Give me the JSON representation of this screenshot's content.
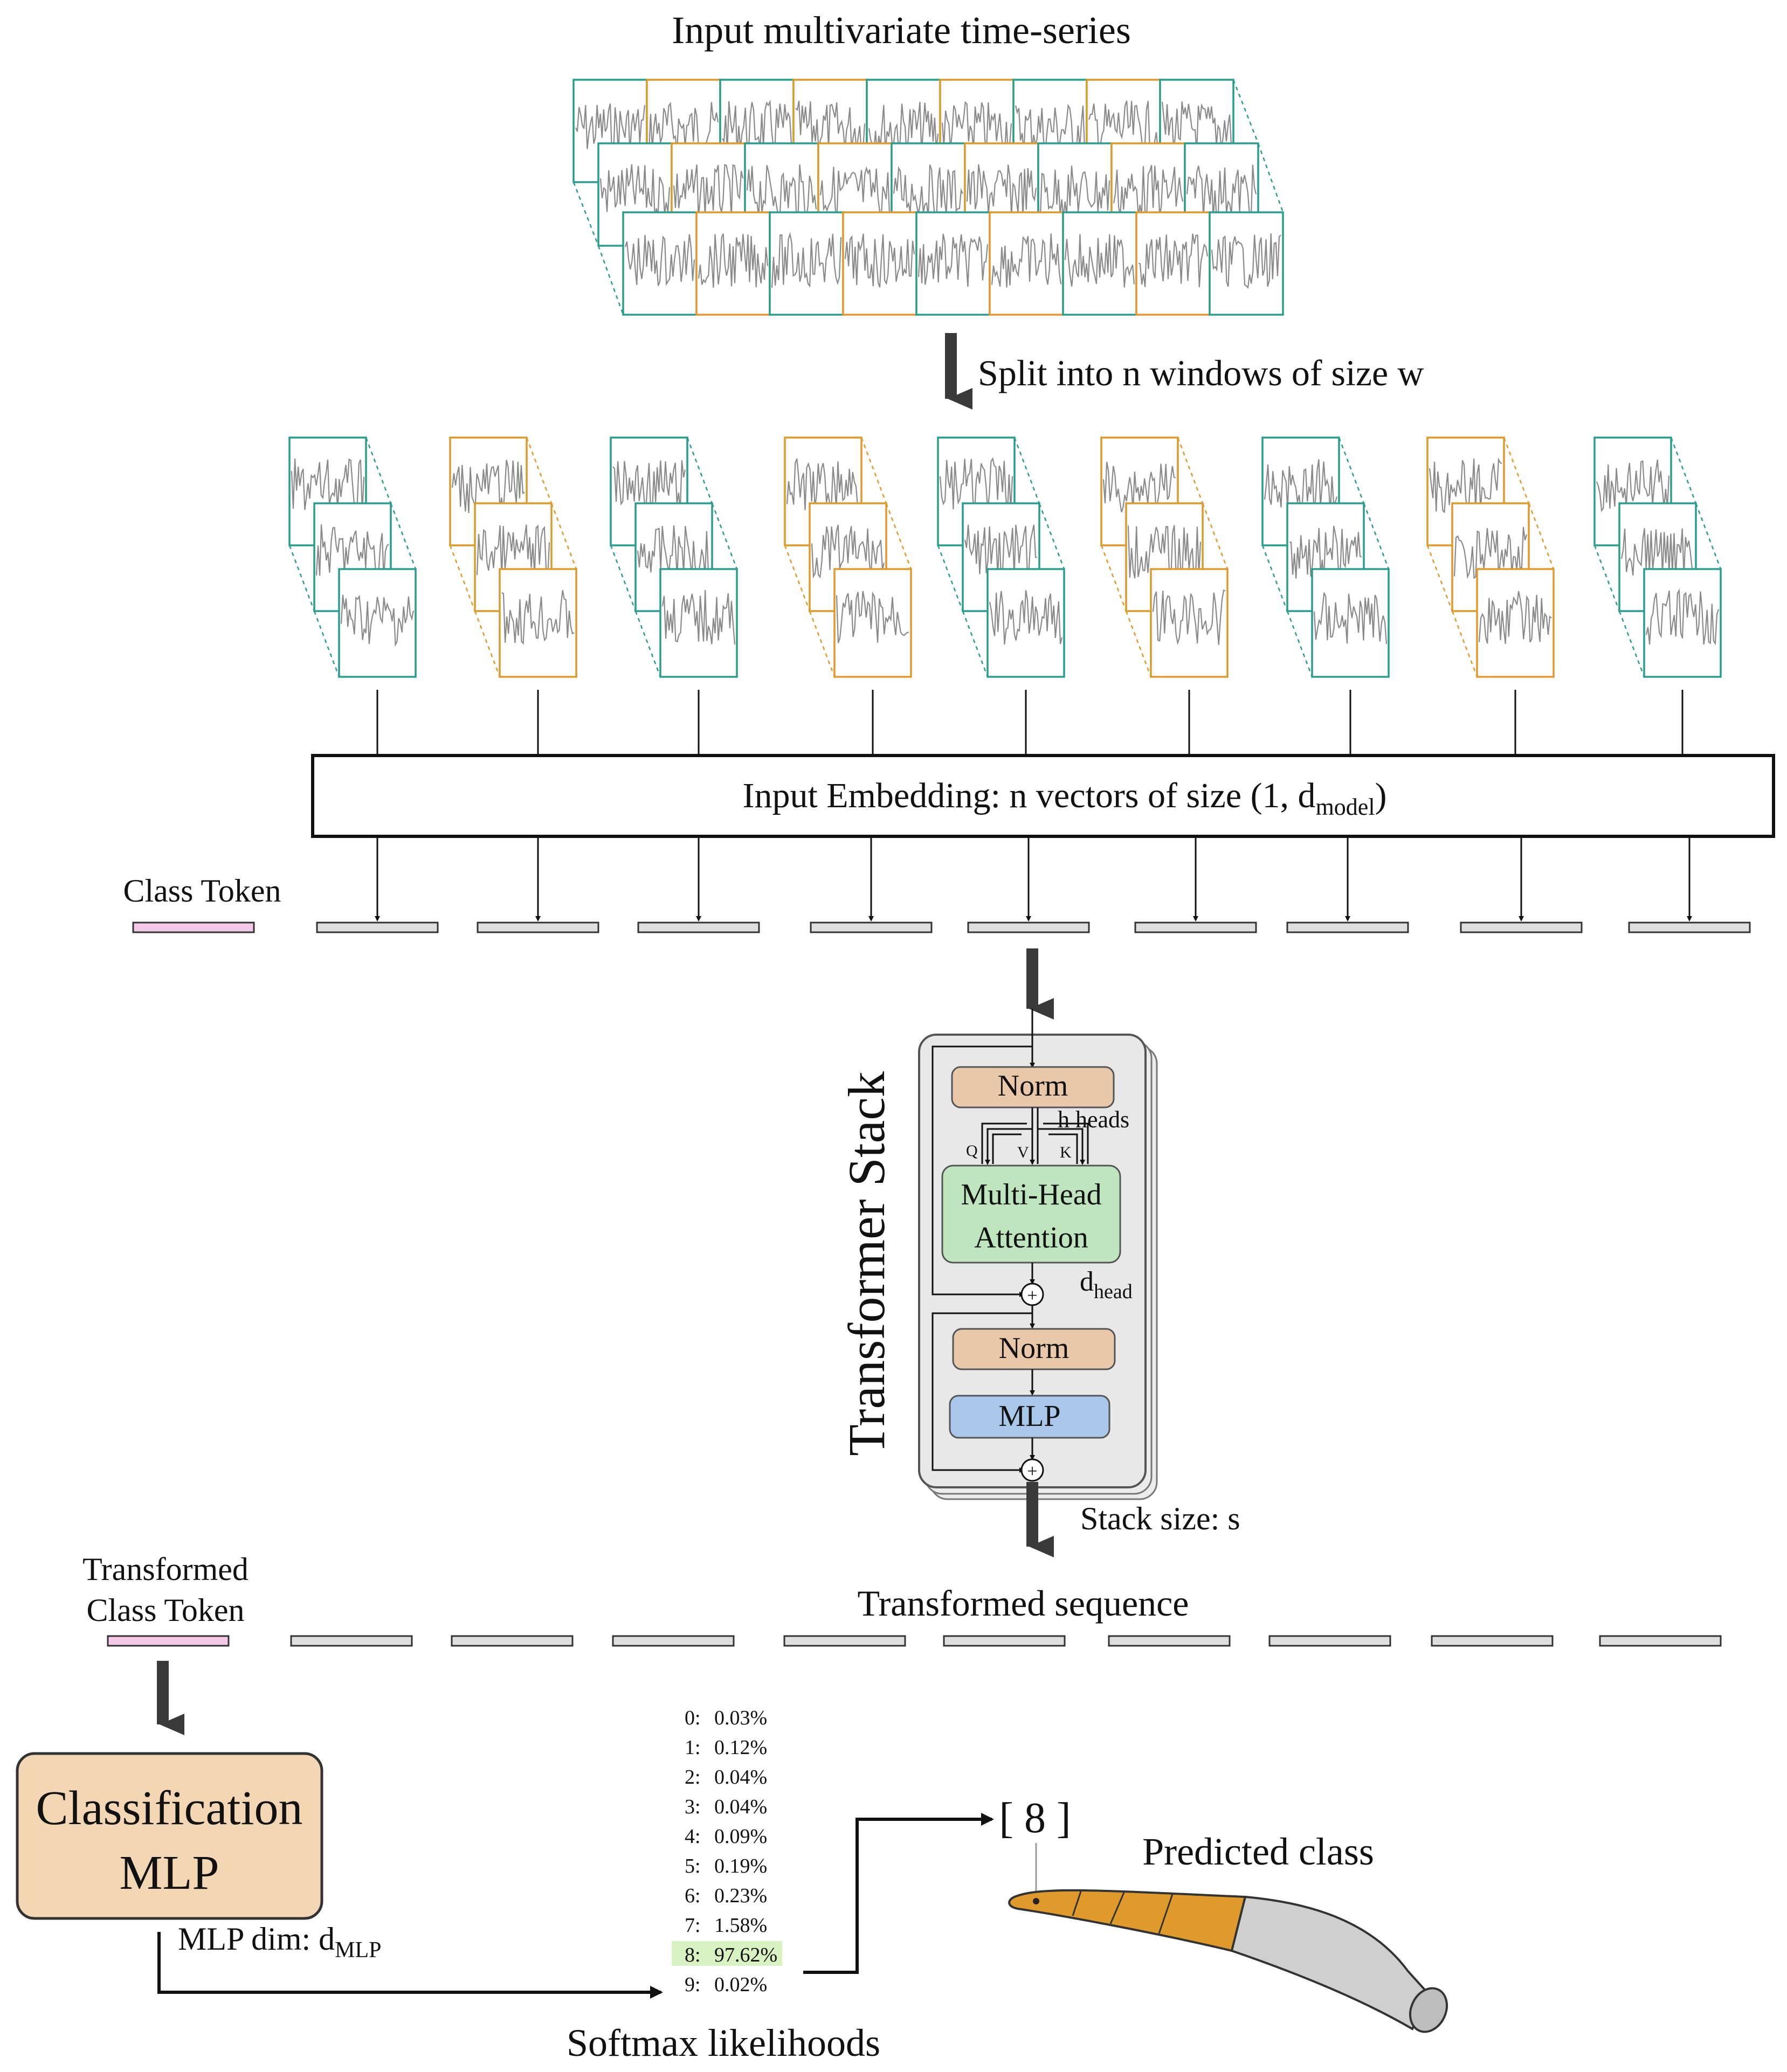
{
  "title": "Input multivariate time-series",
  "split_label": "Split into n windows of size w",
  "embedding_label": {
    "main": "Input Embedding: n vectors of size (1, d",
    "sub": "model",
    "end": ")"
  },
  "class_token_label": "Class Token",
  "transformer": {
    "stack_title": "Transformer Stack",
    "norm_label": "Norm",
    "heads_label": "h heads",
    "q_label": "Q",
    "v_label": "V",
    "k_label": "K",
    "mha_line1": "Multi-Head",
    "mha_line2": "Attention",
    "dhead_main": "d",
    "dhead_sub": "head",
    "mlp_label": "MLP",
    "plus": "+",
    "stack_size_label": "Stack size: s"
  },
  "transformed_class_token_line1": "Transformed",
  "transformed_class_token_line2": "Class Token",
  "transformed_sequence_label": "Transformed sequence",
  "classification": {
    "line1": "Classification",
    "line2": "MLP",
    "dim_main": "MLP dim: d",
    "dim_sub": "MLP"
  },
  "softmax_label": "Softmax likelihoods",
  "likelihoods": [
    {
      "label": "0:",
      "value": "0.03%"
    },
    {
      "label": "1:",
      "value": "0.12%"
    },
    {
      "label": "2:",
      "value": "0.04%"
    },
    {
      "label": "3:",
      "value": "0.04%"
    },
    {
      "label": "4:",
      "value": "0.09%"
    },
    {
      "label": "5:",
      "value": "0.19%"
    },
    {
      "label": "6:",
      "value": "0.23%"
    },
    {
      "label": "7:",
      "value": "1.58%"
    },
    {
      "label": "8:",
      "value": "97.62%"
    },
    {
      "label": "9:",
      "value": "0.02%"
    }
  ],
  "highlighted_index": 8,
  "predicted_bracket": "[ 8 ]",
  "predicted_label": "Predicted class",
  "window_colors": [
    "#2a9d8f",
    "#e09a2c",
    "#2a9d8f",
    "#e09a2c",
    "#2a9d8f",
    "#e09a2c",
    "#2a9d8f",
    "#e09a2c",
    "#2a9d8f"
  ],
  "colors": {
    "teal": "#2a9d8f",
    "orange": "#e09a2c",
    "class_token": "#f6c8e8",
    "token": "#dedede",
    "norm": "#e8c8a8",
    "attention": "#bfe5bf",
    "mlp": "#a9c7e8",
    "classification": "#f3d7b5",
    "highlight": "#d9f2c2",
    "blade_orange": "#e09a2c",
    "blade_grey": "#cfcfcf"
  }
}
